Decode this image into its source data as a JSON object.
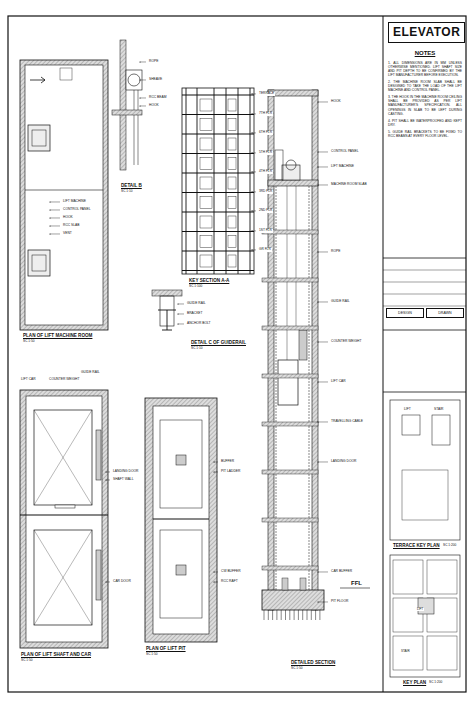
{
  "diagram": {
    "title": "ELEVATOR",
    "nodes": [
      {
        "text": [
          "NOTES",
          "1. ALL DIMENSIONS ARE IN MM UNLESS OTHERWISE MENTIONED. LIFT SHAFT SIZE AND PIT DEPTH TO BE CONFIRMED BY THE LIFT MANUFACTURER BEFORE EXECUTION.",
          "2. THE MACHINE ROOM SLAB SHALL BE DESIGNED TO TAKE THE LOAD OF THE LIFT MACHINE AND CONTROL PANEL.",
          "3. THE HOOK IN THE MACHINE ROOM CEILING SHALL BE PROVIDED AS PER LIFT MANUFACTURER'S SPECIFICATION. ALL OPENINGS IN SLAB TO BE LEFT DURING CASTING.",
          "4. PIT SHALL BE WATERPROOFED AND KEPT DRY.",
          "5. GUIDE RAIL BRACKETS TO BE FIXED TO RCC BEAMS AT EVERY FLOOR LEVEL."
        ]
      },
      {
        "text": [
          "DESIGN"
        ]
      },
      {
        "text": [
          "DRAWN"
        ]
      }
    ],
    "labels": [
      "PLAN OF LIFT MACHINE ROOM",
      "SC 1:50",
      "DETAIL B",
      "SC 1:10",
      "KEY SECTION A-A",
      "SC 1:100",
      "DETAIL C OF GUIDERAIL",
      "SC 1:10",
      "PLAN OF LIFT SHAFT AND CAR",
      "SC 1:50",
      "PLAN OF LIFT PIT",
      "SC 1:50",
      "DETAILED SECTION",
      "SC 1:50",
      "TERRACE KEY PLAN",
      "SC 1:200",
      "KEY PLAN",
      "SC 1:200",
      "LIFT MACHINE",
      "CONTROL PANEL",
      "HOOK",
      "RCC SLAB",
      "VENT",
      "ROPE",
      "SHEAVE",
      "RCC BEAM",
      "HOOK",
      "TERRACE",
      "7TH FLR",
      "6TH FLR",
      "5TH FLR",
      "4TH FLR",
      "3RD FLR",
      "2ND FLR",
      "1ST FLR",
      "GR FLR",
      "GUIDE RAIL",
      "BRACKET",
      "ANCHOR BOLT",
      "LIFT CAR",
      "COUNTER WEIGHT",
      "GUIDE RAIL",
      "LANDING DOOR",
      "SHAFT WALL",
      "CAR DOOR",
      "BUFFER",
      "PIT LADDER",
      "CW BUFFER",
      "RCC RAFT",
      "HOOK",
      "MACHINE ROOM SLAB",
      "LIFT MACHINE",
      "CONTROL PANEL",
      "ROPE",
      "COUNTER WEIGHT",
      "GUIDE RAIL",
      "LIFT CAR",
      "TRAVELLING CABLE",
      "LANDING DOOR",
      "CAR BUFFER",
      "PIT FLOOR",
      "FFL",
      "LIFT",
      "STAIR",
      "LIFT",
      "STAIR"
    ]
  }
}
